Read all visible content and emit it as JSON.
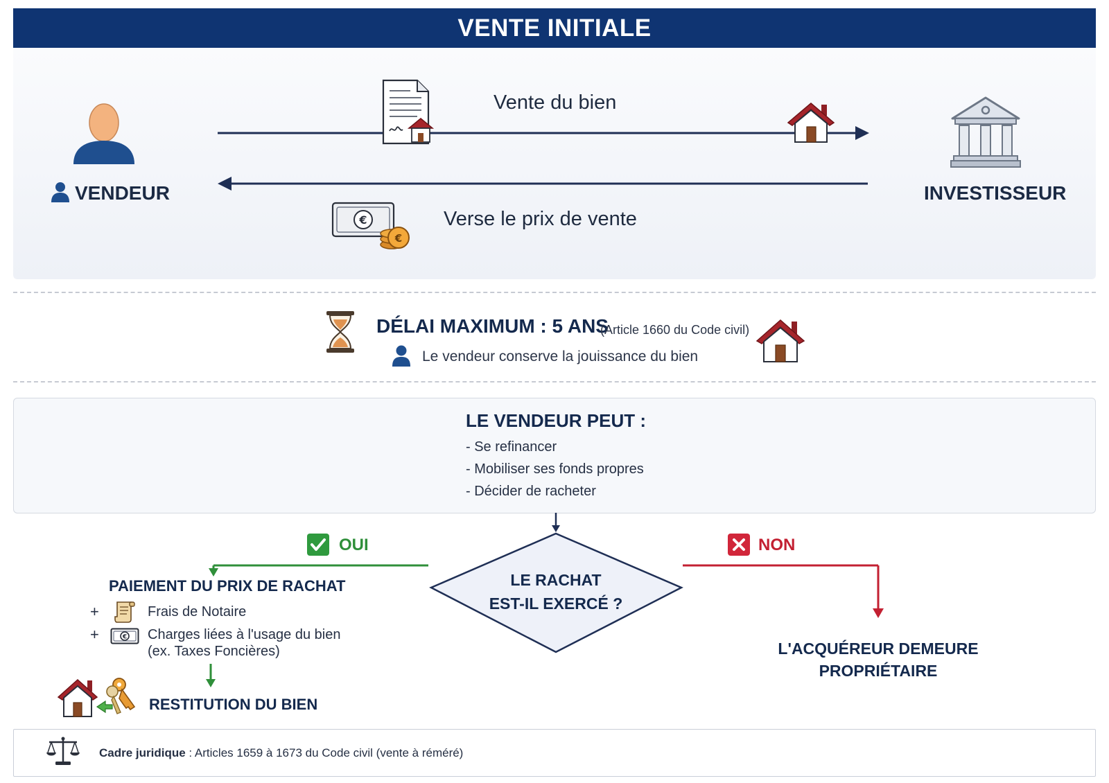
{
  "header": {
    "title": "VENTE INITIALE"
  },
  "parties": {
    "seller": "VENDEUR",
    "investor": "INVESTISSEUR"
  },
  "flows": {
    "sale": "Vente du bien",
    "payment": "Verse le prix de vente"
  },
  "deadline": {
    "title": "DÉLAI MAXIMUM : 5 ANS",
    "article": "(Article 1660 du Code civil)",
    "note": "Le vendeur conserve la jouissance du bien"
  },
  "options": {
    "title": "LE VENDEUR PEUT :",
    "items": [
      "- Se refinancer",
      "- Mobiliser ses fonds propres",
      "- Décider de racheter"
    ]
  },
  "decision": {
    "line1": "LE RACHAT",
    "line2": "EST-IL EXERCÉ ?",
    "yes": "OUI",
    "no": "NON"
  },
  "yes_branch": {
    "title": "PAIEMENT DU PRIX DE RACHAT",
    "fees": [
      {
        "sign": "+",
        "line1": "Frais de Notaire",
        "line2": ""
      },
      {
        "sign": "+",
        "line1": "Charges liées à l'usage du bien",
        "line2": "(ex. Taxes Foncières)"
      }
    ],
    "result": "RESTITUTION DU BIEN"
  },
  "no_branch": {
    "line1": "L'ACQUÉREUR DEMEURE",
    "line2": "PROPRIÉTAIRE"
  },
  "footer": {
    "label": "Cadre juridique",
    "text": " : Articles 1659 à 1673 du Code civil (vente à réméré)"
  },
  "colors": {
    "header": "#0f3472",
    "arrow": "#1f2f55",
    "yes": "#2f8f3a",
    "no": "#c32032",
    "house_roof": "#a6252b",
    "diamond_fill": "#eef1f9"
  },
  "icons": {
    "seller": "person-icon",
    "investor": "bank-icon",
    "contract": "contract-icon",
    "money": "banknote-coins-icon",
    "hourglass": "hourglass-icon",
    "house": "house-icon",
    "check": "check-icon",
    "cross": "cross-icon",
    "scroll": "scroll-icon",
    "banknote": "banknote-icon",
    "keys": "keys-icon",
    "scales": "scales-icon"
  }
}
